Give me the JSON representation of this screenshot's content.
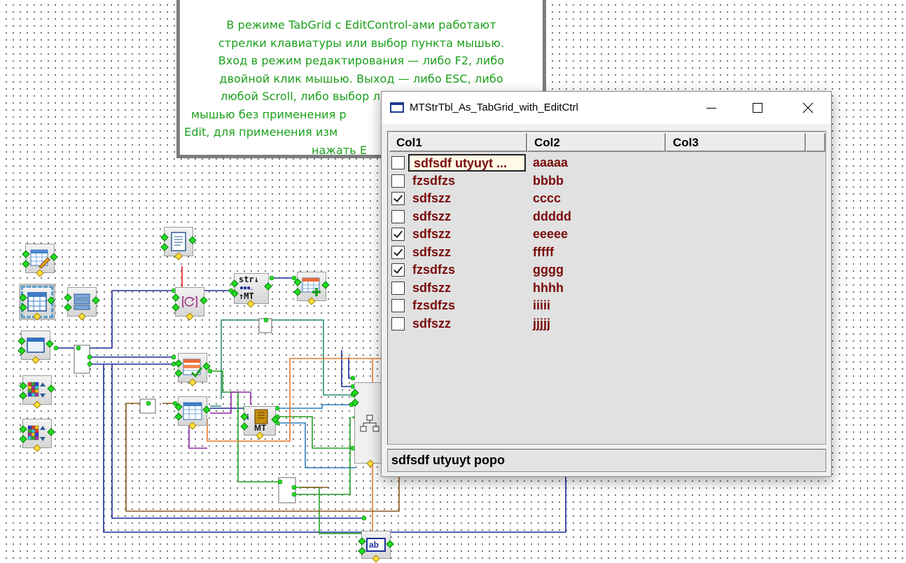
{
  "note": {
    "lines": [
      "В режиме TabGrid с EditControl-ами работают",
      "стрелки клавиатуры или выбор пункта мышью.",
      "Вход в режим редактирования — либо F2, либо",
      "двойной клик мышью. Выход — либо ESC, либо",
      "любой Scroll, либо выбор любой другой ячейки",
      "мышью без применения р",
      "Edit, для применения изм",
      "нажать E"
    ],
    "text_color": "#1aa01a"
  },
  "window": {
    "title": "MTStrTbl_As_TabGrid_with_EditCtrl",
    "controls": {
      "minimize": "minimize-icon",
      "maximize": "maximize-icon",
      "close": "close-icon"
    },
    "columns": [
      "Col1",
      "Col2",
      "Col3"
    ],
    "rows": [
      {
        "checked": false,
        "col1": "sdfsdf utyuyt ...",
        "col2": "aaaaa",
        "editing": true
      },
      {
        "checked": false,
        "col1": "fzsdfzs",
        "col2": "bbbb"
      },
      {
        "checked": true,
        "col1": "sdfszz",
        "col2": "cccc"
      },
      {
        "checked": false,
        "col1": "sdfszz",
        "col2": "ddddd"
      },
      {
        "checked": true,
        "col1": "sdfszz",
        "col2": "eeeee"
      },
      {
        "checked": true,
        "col1": "sdfszz",
        "col2": "fffff"
      },
      {
        "checked": true,
        "col1": "fzsdfzs",
        "col2": "gggg"
      },
      {
        "checked": false,
        "col1": "sdfszz",
        "col2": "hhhh"
      },
      {
        "checked": false,
        "col1": "fzsdfzs",
        "col2": "iiiii"
      },
      {
        "checked": false,
        "col1": "sdfszz",
        "col2": "jjjjj"
      }
    ],
    "status_text": "sdfsdf utyuyt popo",
    "cell_text_color": "#7a0b0b"
  },
  "components": [
    {
      "name": "table-edit-icon"
    },
    {
      "name": "grid-table-icon"
    },
    {
      "name": "list-rows-icon"
    },
    {
      "name": "window-form-icon"
    },
    {
      "name": "color-grid-icon-1"
    },
    {
      "name": "color-grid-icon-2"
    },
    {
      "name": "text-document-icon"
    },
    {
      "name": "loop-icon"
    },
    {
      "name": "string-to-mt-icon"
    },
    {
      "name": "table-add-icon"
    },
    {
      "name": "table-check-icon"
    },
    {
      "name": "table-rows-icon"
    },
    {
      "name": "mt-info-icon"
    },
    {
      "name": "hierarchy-icon"
    },
    {
      "name": "edit-text-icon"
    }
  ],
  "component_labels": {
    "string_to_mt": [
      "str↓",
      "↑MT"
    ],
    "mt_info": "MT",
    "edit_text": "ab"
  }
}
